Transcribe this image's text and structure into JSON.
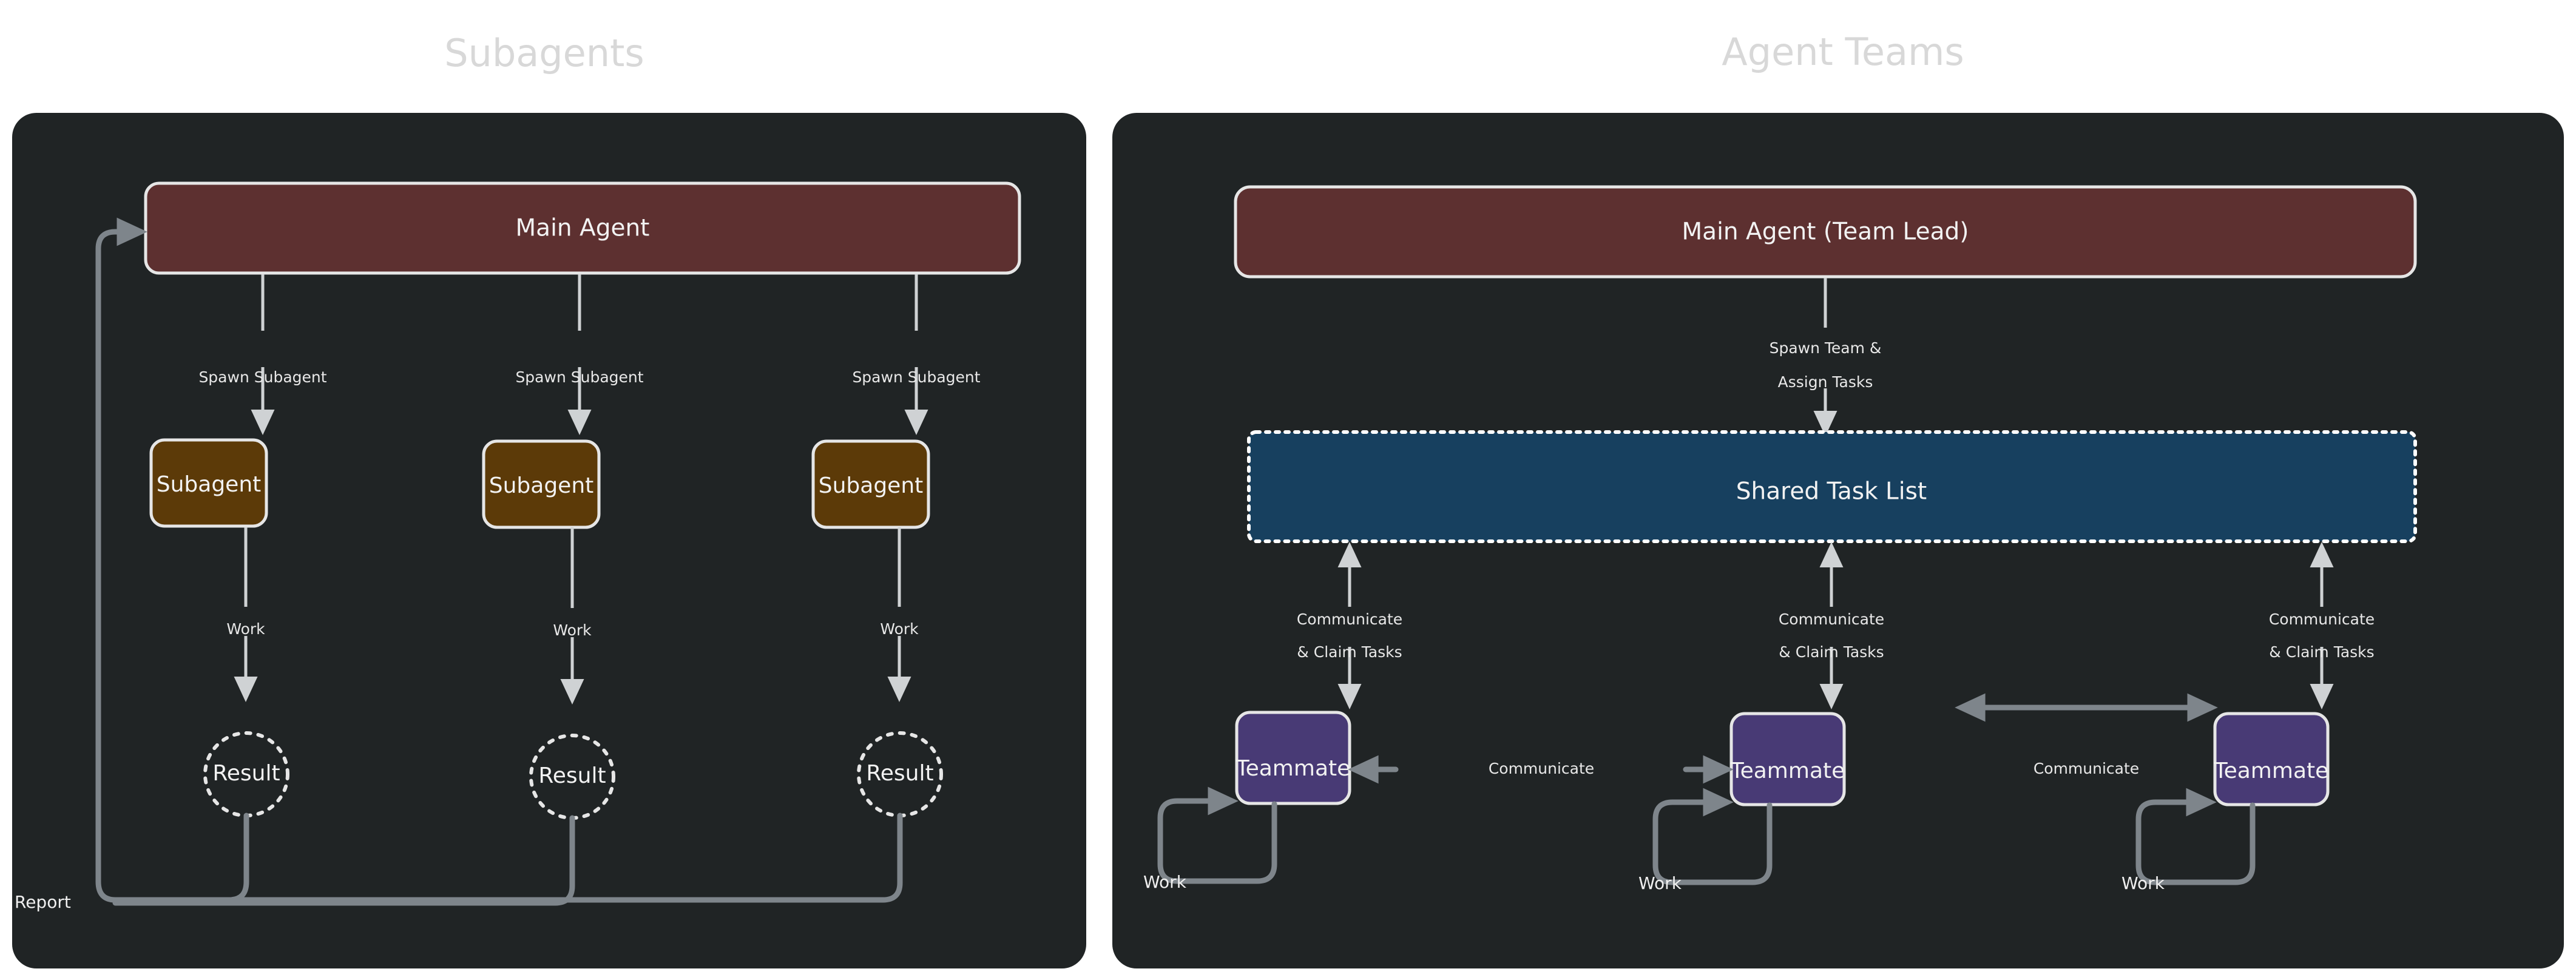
{
  "colors": {
    "page_background": "#ffffff",
    "panel_background": "#202425",
    "title_text": "#d8d8d8",
    "main_agent_fill": "#5d3030",
    "subagent_fill": "#5c3a08",
    "shared_task_fill": "#17405f",
    "teammate_fill": "#483a75",
    "node_stroke": "#e6e6e6",
    "edge_light": "#cfd2d4",
    "edge_grey": "#7e858b",
    "node_text": "#f2f2f2"
  },
  "panels": [
    {
      "id": "subagents",
      "title": "Subagents",
      "nodes": {
        "main_agent": "Main Agent",
        "subagents": [
          "Subagent",
          "Subagent",
          "Subagent"
        ],
        "results": [
          "Result",
          "Result",
          "Result"
        ]
      },
      "edges": {
        "spawn": [
          "Spawn Subagent",
          "Spawn Subagent",
          "Spawn Subagent"
        ],
        "work": [
          "Work",
          "Work",
          "Work"
        ],
        "report": "Report"
      }
    },
    {
      "id": "agent-teams",
      "title": "Agent Teams",
      "nodes": {
        "main_agent": "Main Agent (Team Lead)",
        "shared_task_list": "Shared Task List",
        "teammates": [
          "Teammate",
          "Teammate",
          "Teammate"
        ]
      },
      "edges": {
        "spawn_assign_line1": "Spawn Team &",
        "spawn_assign_line2": "Assign Tasks",
        "claim": [
          {
            "line1": "Communicate",
            "line2": "& Claim Tasks"
          },
          {
            "line1": "Communicate",
            "line2": "& Claim Tasks"
          },
          {
            "line1": "Communicate",
            "line2": "& Claim Tasks"
          }
        ],
        "communicate": [
          "Communicate",
          "Communicate"
        ],
        "work": [
          "Work",
          "Work",
          "Work"
        ]
      }
    }
  ]
}
